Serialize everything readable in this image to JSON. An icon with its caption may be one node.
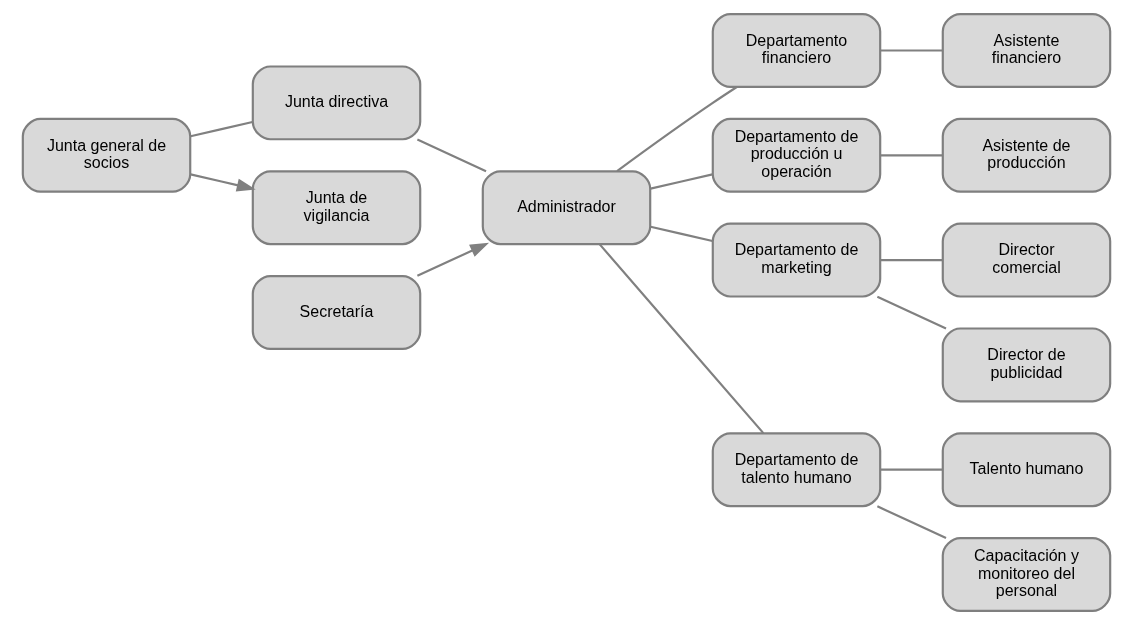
{
  "diagram": {
    "nodes": [
      {
        "text": [
          "Junta general de socios"
        ]
      },
      {
        "text": [
          "Junta directiva"
        ]
      },
      {
        "text": [
          "Administrador"
        ]
      },
      {
        "text": [
          "Junta de vigilancia"
        ]
      },
      {
        "text": [
          "Secretaría"
        ]
      },
      {
        "text": [
          "Departamento financiero"
        ]
      },
      {
        "text": [
          "Asistente financiero"
        ]
      },
      {
        "text": [
          "Departamento de producción u operación"
        ]
      },
      {
        "text": [
          "Asistente de producción"
        ]
      },
      {
        "text": [
          "Departamento de marketing"
        ]
      },
      {
        "text": [
          "Director comercial"
        ]
      },
      {
        "text": [
          "Director de publicidad"
        ]
      },
      {
        "text": [
          "Departamento de talento humano"
        ]
      },
      {
        "text": [
          "Talento humano"
        ]
      },
      {
        "text": [
          "Capacitación y monitoreo del personal"
        ]
      }
    ],
    "edges": [
      {
        "from": 0,
        "to": 1,
        "arrow": "none"
      },
      {
        "from": 0,
        "to": 3,
        "arrow": "to"
      },
      {
        "from": 1,
        "to": 2,
        "arrow": "none"
      },
      {
        "from": 4,
        "to": 2,
        "arrow": "to"
      },
      {
        "from": 2,
        "to": 5,
        "arrow": "none"
      },
      {
        "from": 2,
        "to": 7,
        "arrow": "none"
      },
      {
        "from": 2,
        "to": 9,
        "arrow": "none"
      },
      {
        "from": 2,
        "to": 12,
        "arrow": "none"
      },
      {
        "from": 5,
        "to": 6,
        "arrow": "none"
      },
      {
        "from": 7,
        "to": 8,
        "arrow": "none"
      },
      {
        "from": 9,
        "to": 10,
        "arrow": "none"
      },
      {
        "from": 9,
        "to": 11,
        "arrow": "none"
      },
      {
        "from": 12,
        "to": 13,
        "arrow": "none"
      },
      {
        "from": 12,
        "to": 14,
        "arrow": "none"
      }
    ]
  }
}
